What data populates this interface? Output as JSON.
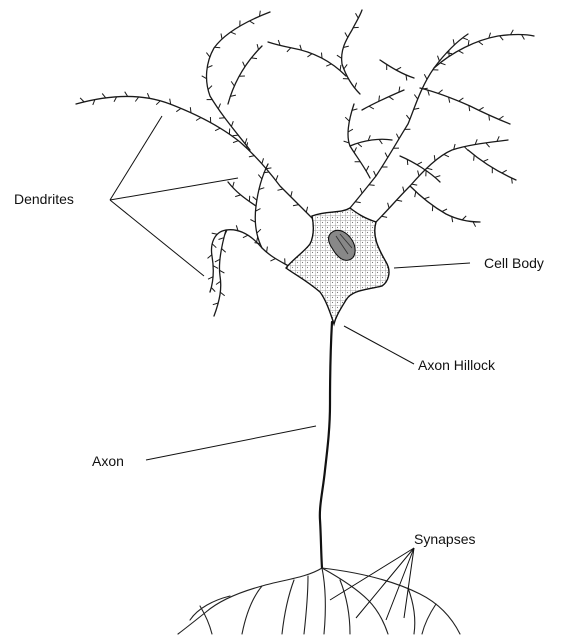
{
  "labels": {
    "dendrites": "Dendrites",
    "cell_body": "Cell Body",
    "axon_hillock": "Axon Hillock",
    "axon": "Axon",
    "synapses": "Synapses"
  }
}
